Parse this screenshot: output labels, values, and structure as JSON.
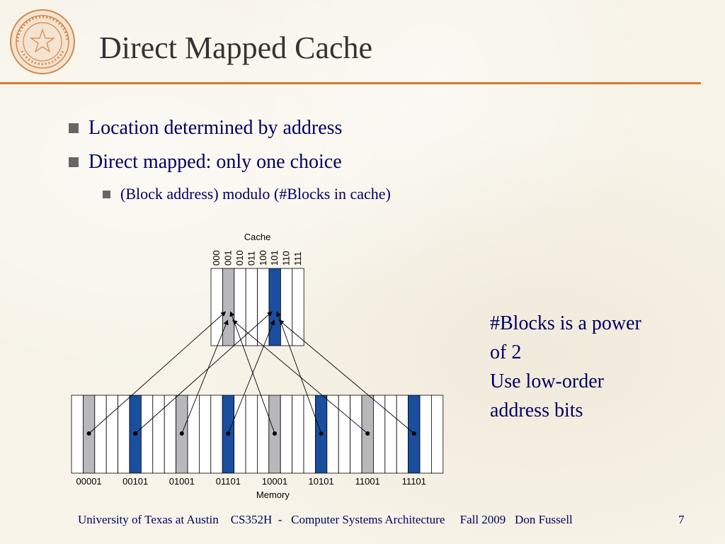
{
  "slide": {
    "title": "Direct Mapped Cache",
    "bullets": [
      "Location determined by address",
      "Direct mapped: only one choice"
    ],
    "sub_bullets": [
      "(Block address) modulo (#Blocks in cache)"
    ],
    "side_note": [
      "#Blocks is a power",
      "of 2",
      "Use low-order",
      "address bits"
    ],
    "footer": "University of Texas at Austin    CS352H  -   Computer Systems Architecture     Fall 2009   Don Fussell",
    "page_number": "7"
  },
  "diagram": {
    "cache_label": "Cache",
    "memory_label": "Memory",
    "cache_indices": [
      "000",
      "001",
      "010",
      "011",
      "100",
      "101",
      "110",
      "111"
    ],
    "cache_highlight": {
      "001": "gray",
      "101": "blue"
    },
    "memory_addresses": [
      "00001",
      "00101",
      "01001",
      "01101",
      "10001",
      "10101",
      "11001",
      "11101"
    ],
    "memory_highlight_colors": [
      "gray",
      "blue",
      "gray",
      "blue",
      "gray",
      "blue",
      "gray",
      "blue"
    ],
    "mappings": [
      {
        "from": "00001",
        "to": "001"
      },
      {
        "from": "00101",
        "to": "101"
      },
      {
        "from": "01001",
        "to": "001"
      },
      {
        "from": "01101",
        "to": "101"
      },
      {
        "from": "10001",
        "to": "001"
      },
      {
        "from": "10101",
        "to": "101"
      },
      {
        "from": "11001",
        "to": "001"
      },
      {
        "from": "11101",
        "to": "101"
      }
    ]
  },
  "colors": {
    "accent_rule": "#d9782d",
    "text_blue": "#000060",
    "highlight_gray": "#b8b8bc",
    "highlight_blue": "#1a4fa0",
    "seal": "#d08a4e"
  }
}
